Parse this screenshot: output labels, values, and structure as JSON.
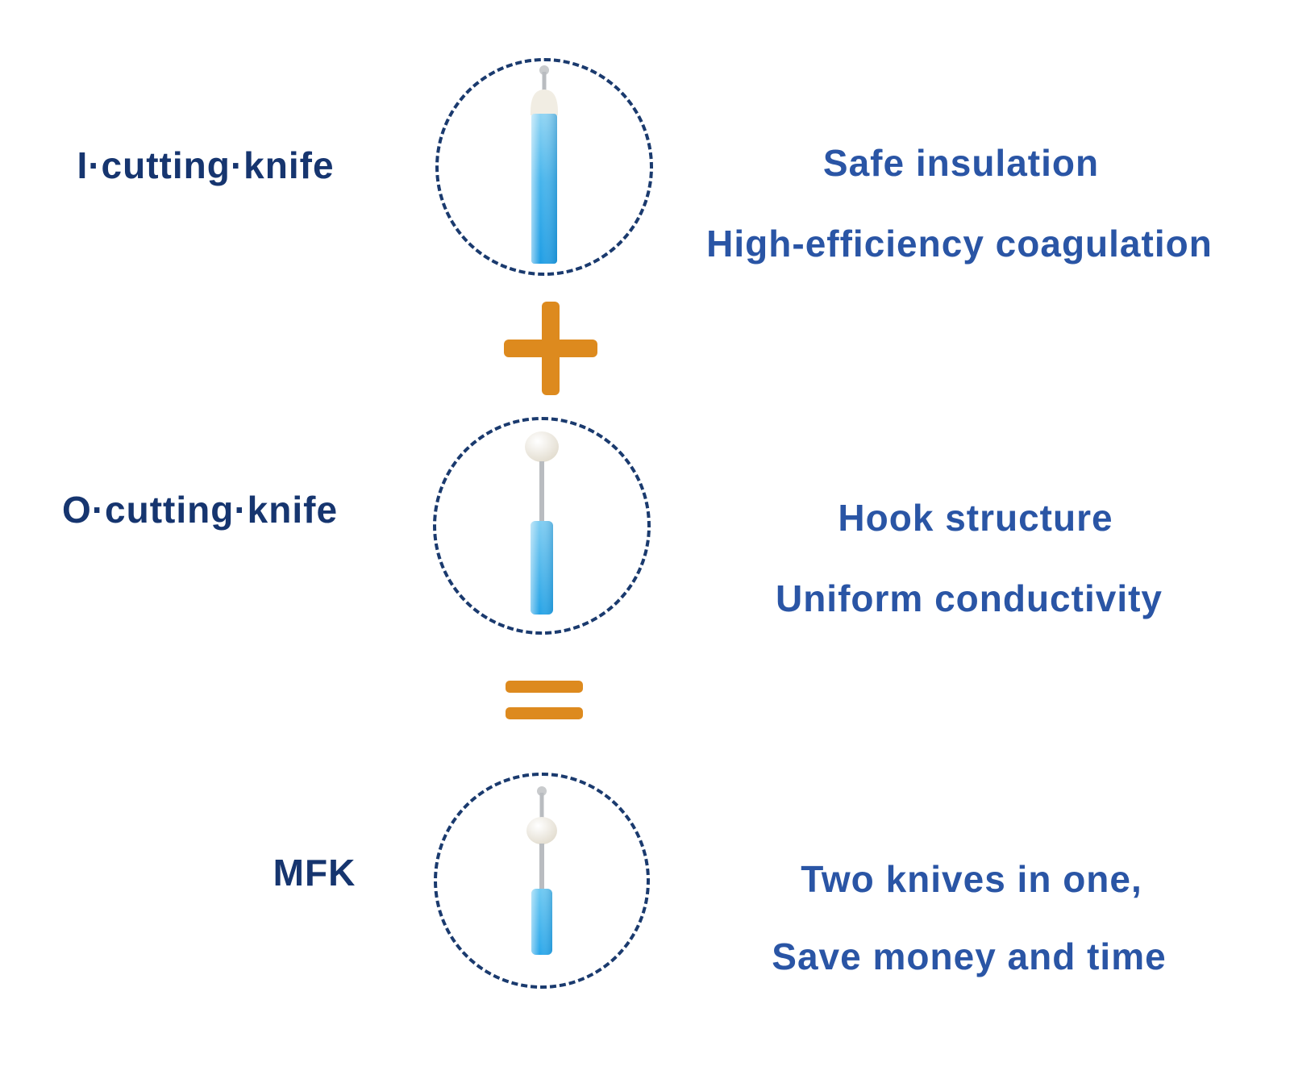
{
  "diagram": {
    "rows": [
      {
        "label": "I·cutting·knife",
        "desc_line1": "Safe insulation",
        "desc_line2": "High-efficiency coagulation",
        "illustration": "i-cutting-knife-tip"
      },
      {
        "label": "O·cutting·knife",
        "desc_line1": "Hook structure",
        "desc_line2": "Uniform conductivity",
        "illustration": "o-cutting-knife-tip"
      },
      {
        "label": "MFK",
        "desc_line1": "Two knives in one,",
        "desc_line2": "Save money and time",
        "illustration": "mfk-combined-knife-tip"
      }
    ],
    "operators": {
      "between_row1_row2": "plus",
      "between_row2_row3": "equals"
    },
    "colors": {
      "label_navy": "#16356f",
      "description_blue": "#2a55a5",
      "operator_orange": "#dd8a1e",
      "circle_dash_navy": "#1a3a6e",
      "knife_blue_light": "#8fd4f3",
      "knife_blue_dark": "#1e9de4",
      "cap_white": "#f1ede3",
      "shaft_silver": "#b9bcc0"
    }
  }
}
